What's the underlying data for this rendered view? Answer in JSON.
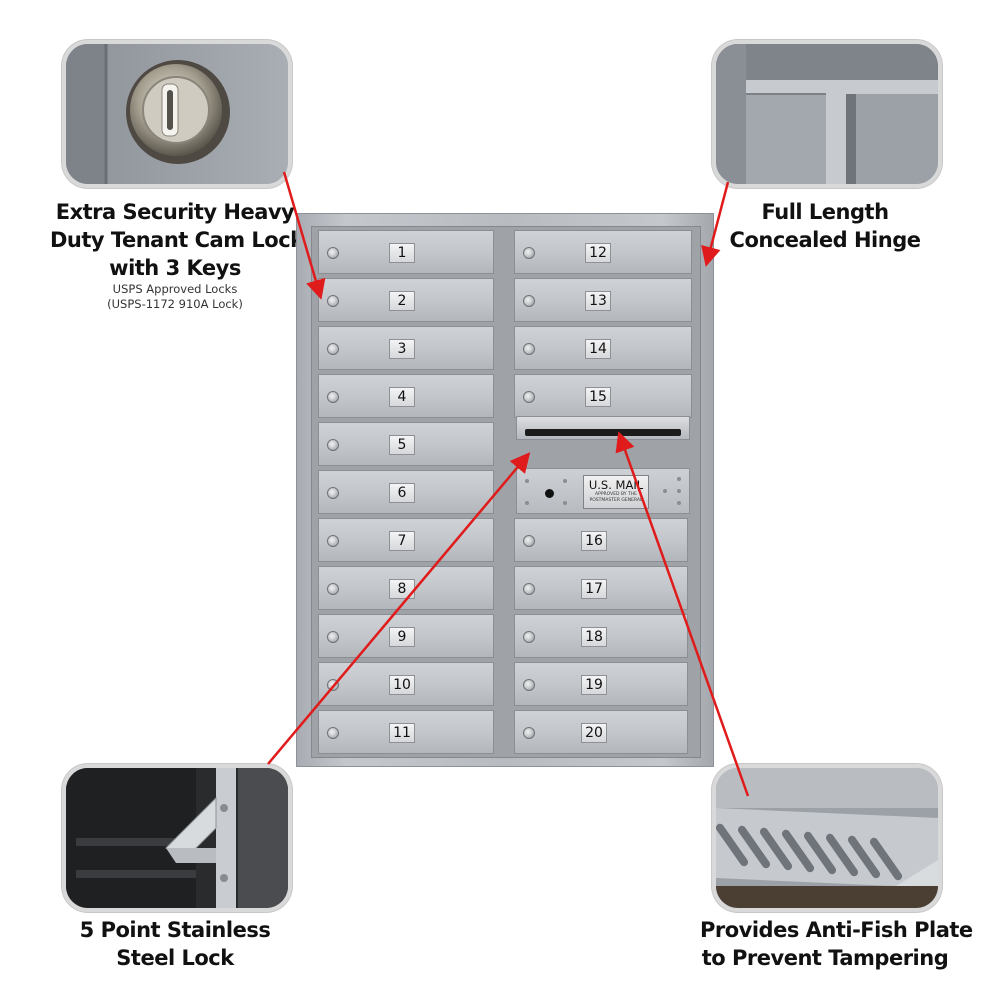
{
  "callouts": {
    "cam_lock": {
      "title_lines": [
        "Extra Security Heavy",
        "Duty Tenant Cam Lock",
        "with 3 Keys"
      ],
      "note_lines": [
        "USPS Approved Locks",
        "(USPS-1172 910A Lock)"
      ]
    },
    "hinge": {
      "title_lines": [
        "Full Length",
        "Concealed Hinge"
      ]
    },
    "stainless_lock": {
      "title_lines": [
        "5 Point Stainless",
        "Steel Lock"
      ]
    },
    "anti_fish": {
      "title_lines": [
        "Provides Anti-Fish Plate",
        "to Prevent Tampering"
      ]
    }
  },
  "mailbox": {
    "left_column_numbers": [
      "1",
      "2",
      "3",
      "4",
      "5",
      "6",
      "7",
      "8",
      "9",
      "10",
      "11"
    ],
    "right_upper_numbers": [
      "12",
      "13",
      "14",
      "15"
    ],
    "right_lower_numbers": [
      "16",
      "17",
      "18",
      "19",
      "20"
    ],
    "outgoing_plate": {
      "title": "U.S. MAIL",
      "subtitle_lines": [
        "APPROVED BY THE",
        "POSTMASTER GENERAL"
      ]
    }
  },
  "colors": {
    "arrow": "#e01b1b",
    "mailbox_finish": "#c2c5ca",
    "inset_border": "#d9d9d9"
  }
}
